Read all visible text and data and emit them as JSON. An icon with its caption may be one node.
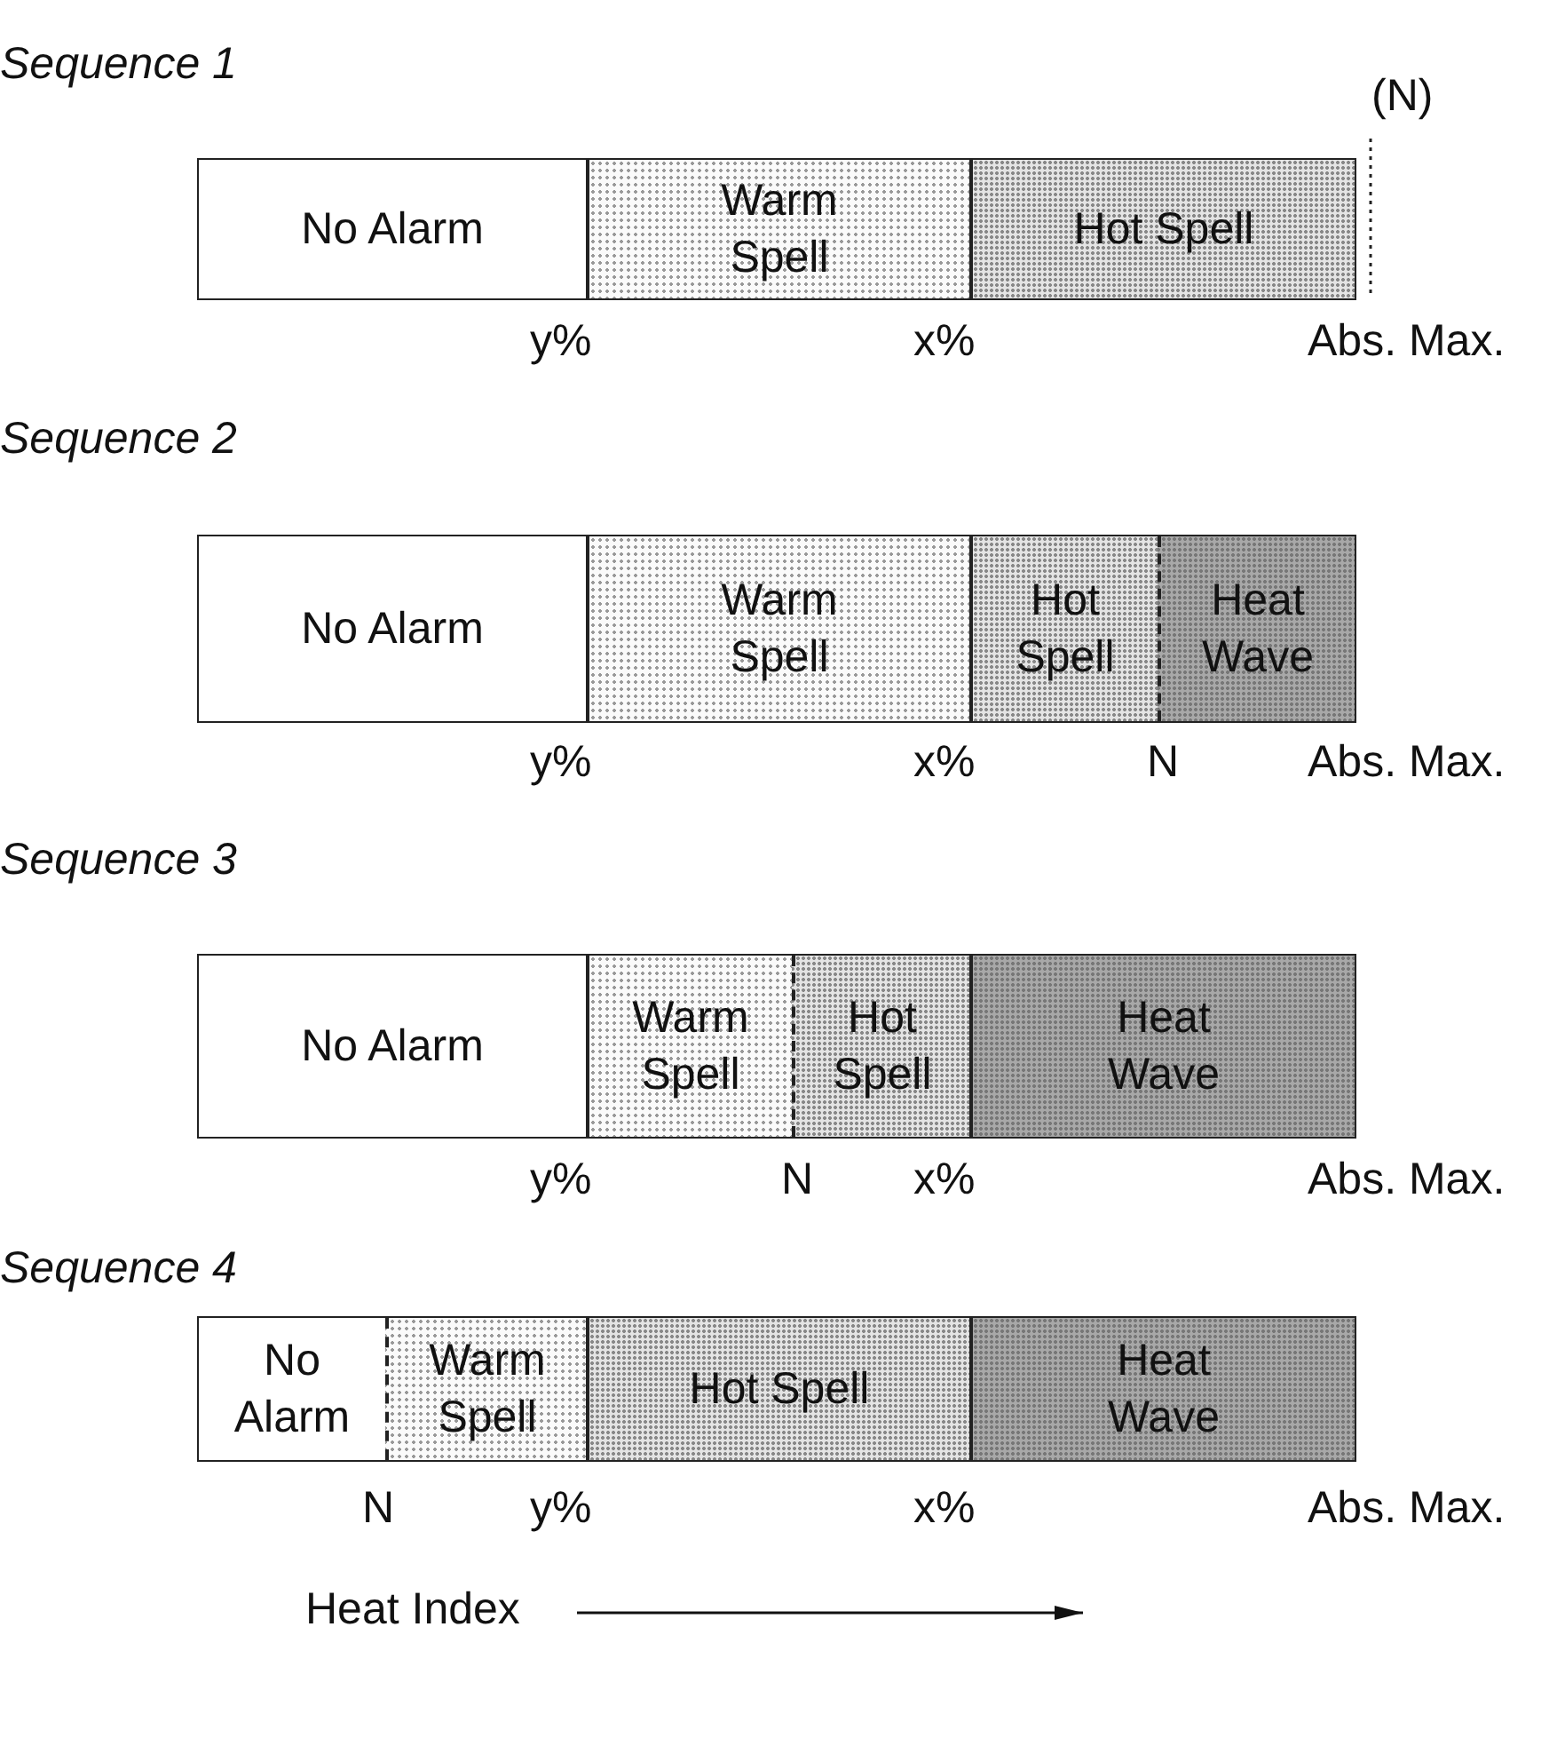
{
  "diagram": {
    "nodes": [
      {
        "text": [],
        "shape": "bar"
      },
      {
        "text": [
          "No Alarm"
        ],
        "in": 0
      },
      {
        "text": [
          "Warm Spell"
        ],
        "in": 0
      },
      {
        "text": [
          "Hot Spell"
        ],
        "in": 0
      },
      {
        "text": [],
        "shape": "bar"
      },
      {
        "text": [
          "No Alarm"
        ],
        "in": 4
      },
      {
        "text": [
          "Warm Spell"
        ],
        "in": 4
      },
      {
        "text": [
          "Hot Spell"
        ],
        "in": 4
      },
      {
        "text": [
          "Heat Wave"
        ],
        "in": 4
      },
      {
        "text": [],
        "shape": "bar"
      },
      {
        "text": [
          "No Alarm"
        ],
        "in": 9
      },
      {
        "text": [
          "Warm Spell"
        ],
        "in": 9
      },
      {
        "text": [
          "Hot Spell"
        ],
        "in": 9
      },
      {
        "text": [
          "Heat Wave"
        ],
        "in": 9
      },
      {
        "text": [],
        "shape": "bar"
      },
      {
        "text": [
          "No Alarm"
        ],
        "in": 14
      },
      {
        "text": [
          "Warm Spell"
        ],
        "in": 14
      },
      {
        "text": [
          "Hot Spell"
        ],
        "in": 14
      },
      {
        "text": [
          "Heat Wave"
        ],
        "in": 14
      }
    ],
    "labels": [
      "Sequence 1",
      "(N)",
      "y%",
      "x%",
      "Abs. Max.",
      "Sequence 2",
      "y%",
      "x%",
      "N",
      "Abs. Max.",
      "Sequence 3",
      "y%",
      "N",
      "x%",
      "Abs. Max.",
      "Sequence 4",
      "N",
      "y%",
      "x%",
      "Abs. Max.",
      "Heat Index"
    ]
  }
}
